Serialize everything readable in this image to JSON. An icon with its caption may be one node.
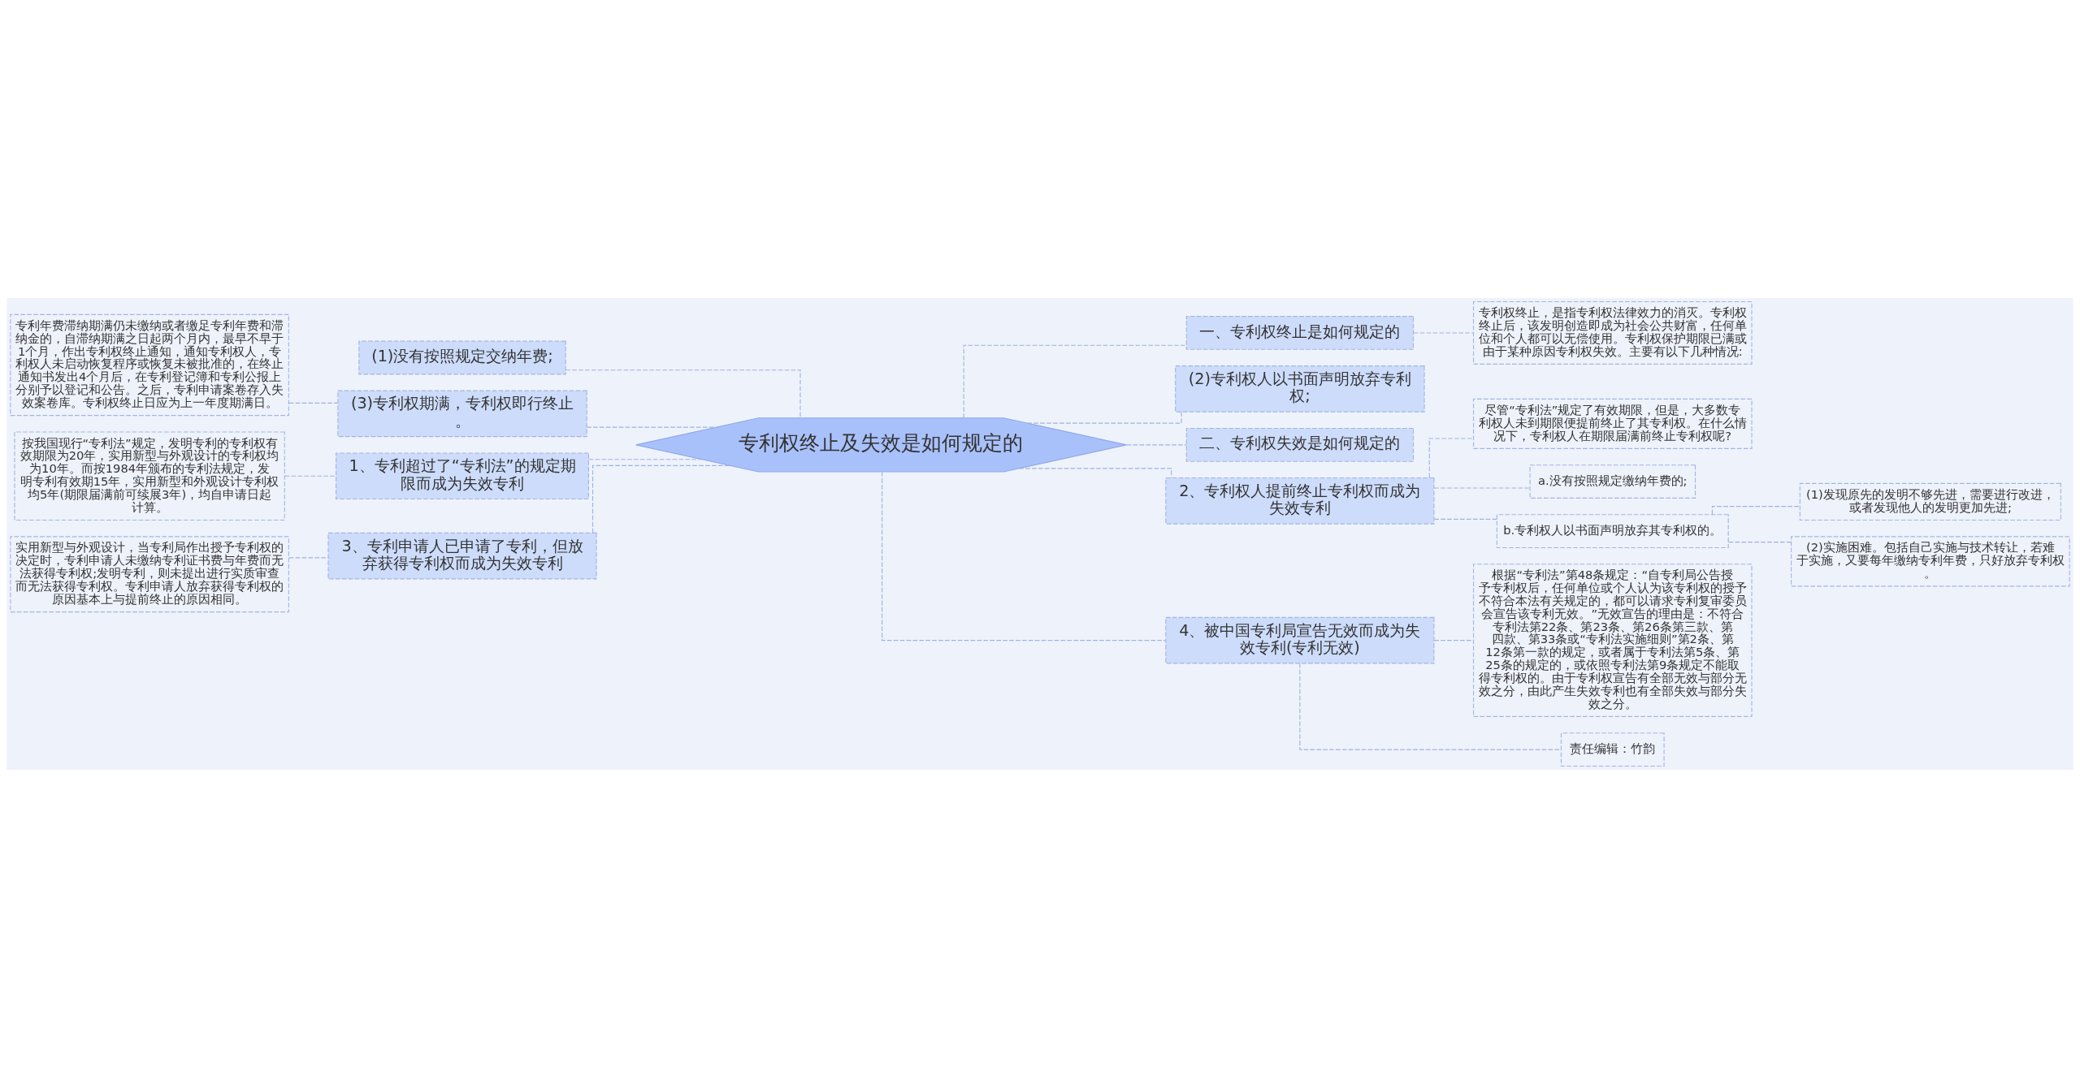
{
  "diagram": {
    "nodes": [
      {
        "text": [
          "专利权终止及失效是如何规定的"
        ]
      },
      {
        "text": [
          "(1)没有按照规定交纳年费;"
        ]
      },
      {
        "text": [
          "(3)专利权期满，专利权即行终止。"
        ]
      },
      {
        "text": [
          "专利年费滞纳期满仍未缴纳或者缴足专利年费和滞纳金的，自滞纳期满之日起两个月内，最早不早于1个月，作出专利权终止通知，通知专利权人，专利权人未启动恢复程序或恢复未被批准的，在终止通知书发出4个月后，在专利登记簿和专利公报上分别予以登记和公告。之后，专利申请案卷存入失效案卷库。专利权终止日应为上一年度期满日。"
        ]
      },
      {
        "text": [
          "1、专利超过了“专利法”的规定期限而成为失效专利"
        ]
      },
      {
        "text": [
          "按我国现行“专利法”规定，发明专利的专利权有效期限为20年，实用新型与外观设计的专利权均为10年。而按1984年颁布的专利法规定，发明专利有效期15年，实用新型和外观设计专利权均5年(期限届满前可续展3年)，均自申请日起计算。"
        ]
      },
      {
        "text": [
          "3、专利申请人已申请了专利，但放弃获得专利权而成为失效专利"
        ]
      },
      {
        "text": [
          "实用新型与外观设计，当专利局作出授予专利权的决定时，专利申请人未缴纳专利证书费与年费而无法获得专利权;发明专利，则未提出进行实质审查而无法获得专利权。专利申请人放弃获得专利权的原因基本上与提前终止的原因相同。"
        ]
      },
      {
        "text": [
          "一、专利权终止是如何规定的"
        ]
      },
      {
        "text": [
          "专利权终止，是指专利权法律效力的消灭。专利权终止后，该发明创造即成为社会公共财富，任何单位和个人都可以无偿使用。专利权保护期限已满或由于某种原因专利权失效。主要有以下几种情况:"
        ]
      },
      {
        "text": [
          "(2)专利权人以书面声明放弃专利权;"
        ]
      },
      {
        "text": [
          "二、专利权失效是如何规定的"
        ]
      },
      {
        "text": [
          "2、专利权人提前终止专利权而成为失效专利"
        ]
      },
      {
        "text": [
          "尽管“专利法”规定了有效期限，但是，大多数专利权人未到期限便提前终止了其专利权。在什么情况下，专利权人在期限届满前终止专利权呢?"
        ]
      },
      {
        "text": [
          "a.没有按照规定缴纳年费的;"
        ]
      },
      {
        "text": [
          "b.专利权人以书面声明放弃其专利权的。"
        ]
      },
      {
        "text": [
          "(1)发现原先的发明不够先进，需要进行改进，或者发现他人的发明更加先进;"
        ]
      },
      {
        "text": [
          "(2)实施困难。包括自己实施与技术转让，若难于实施，又要每年缴纳专利年费，只好放弃专利权。"
        ]
      },
      {
        "text": [
          "4、被中国专利局宣告无效而成为失效专利(专利无效)"
        ]
      },
      {
        "text": [
          "根据“专利法”第48条规定：“自专利局公告授予专利权后，任何单位或个人认为该专利权的授予不符合本法有关规定的，都可以请求专利复审委员会宣告该专利无效。”无效宣告的理由是：不符合专利法第22条、第23条、第26条第三款、第四款、第33条或“专利法实施细则”第2条、第12条第一款的规定，或者属于专利法第5条、第25条的规定的，或依照专利法第9条规定不能取得专利权的。由于专利权宣告有全部无效与部分无效之分，由此产生失效专利也有全部失效与部分失效之分。"
        ]
      },
      {
        "text": [
          "责任编辑：竹韵"
        ]
      }
    ],
    "edges": [
      {
        "from": 0,
        "to": 1,
        "arrow": "none"
      },
      {
        "from": 0,
        "to": 2,
        "arrow": "none"
      },
      {
        "from": 2,
        "to": 3,
        "arrow": "none"
      },
      {
        "from": 0,
        "to": 4,
        "arrow": "none"
      },
      {
        "from": 4,
        "to": 5,
        "arrow": "none"
      },
      {
        "from": 0,
        "to": 6,
        "arrow": "none"
      },
      {
        "from": 6,
        "to": 7,
        "arrow": "none"
      },
      {
        "from": 0,
        "to": 8,
        "arrow": "none"
      },
      {
        "from": 8,
        "to": 9,
        "arrow": "none"
      },
      {
        "from": 0,
        "to": 10,
        "arrow": "none"
      },
      {
        "from": 0,
        "to": 11,
        "arrow": "none"
      },
      {
        "from": 0,
        "to": 12,
        "arrow": "none"
      },
      {
        "from": 12,
        "to": 13,
        "arrow": "none"
      },
      {
        "from": 12,
        "to": 14,
        "arrow": "none"
      },
      {
        "from": 12,
        "to": 15,
        "arrow": "none"
      },
      {
        "from": 15,
        "to": 16,
        "arrow": "none"
      },
      {
        "from": 15,
        "to": 17,
        "arrow": "none"
      },
      {
        "from": 0,
        "to": 18,
        "arrow": "none"
      },
      {
        "from": 18,
        "to": 19,
        "arrow": "none"
      },
      {
        "from": 18,
        "to": 20,
        "arrow": "none"
      }
    ]
  }
}
